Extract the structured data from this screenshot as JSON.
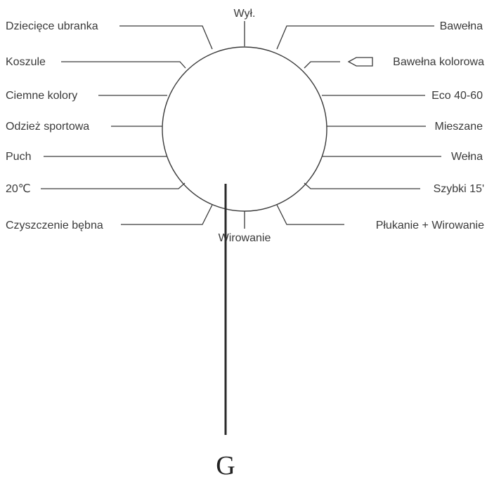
{
  "dial": {
    "top_label": "Wył.",
    "bottom_label": "Wirowanie",
    "left_programs": [
      "Dziecięce ubranka",
      "Koszule",
      "Ciemne kolory",
      "Odzież sportowa",
      "Puch",
      "20℃",
      "Czyszczenie bębna"
    ],
    "right_programs": [
      "Bawełna",
      "Bawełna kolorowa",
      "Eco 40-60",
      "Mieszane",
      "Wełna",
      "Szybki 15'",
      "Płukanie + Wirowanie"
    ]
  },
  "pointer": {
    "letter": "G"
  }
}
